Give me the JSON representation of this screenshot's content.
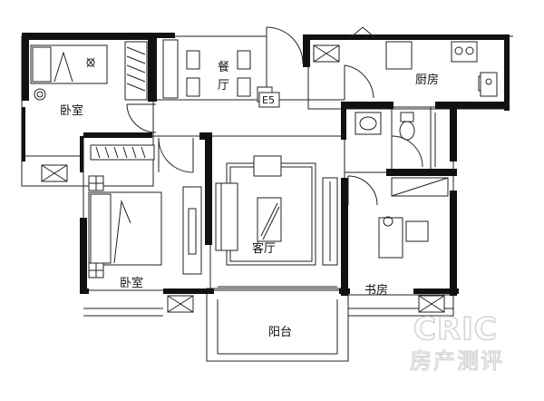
{
  "rooms": {
    "bedroom_top": "卧室",
    "dining": "餐",
    "dining2": "厅",
    "kitchen": "厨房",
    "bedroom_main": "卧室",
    "living": "客厅",
    "study": "书房",
    "balcony": "阳台",
    "elevator_tag": "E5"
  },
  "watermark": {
    "brand_en": "CRIC",
    "brand_cn": "房产测评"
  }
}
